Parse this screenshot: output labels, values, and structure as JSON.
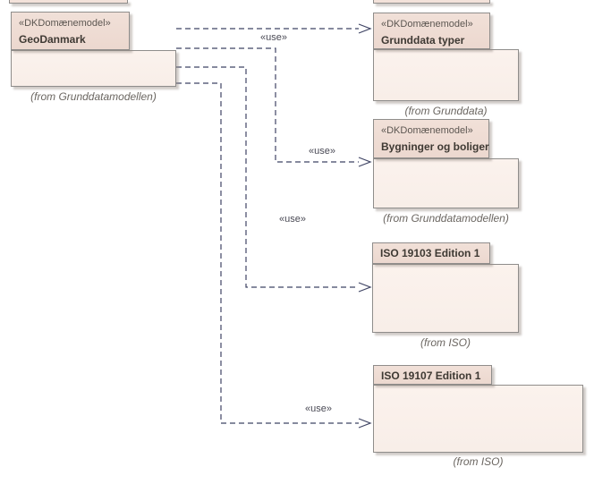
{
  "diagram": {
    "packages": [
      {
        "stereotype": "«DKDomænemodel»",
        "name": "GeoDanmark",
        "caption": "(from Grunddatamodellen)"
      },
      {
        "stereotype": "«DKDomænemodel»",
        "name": "Grunddata typer",
        "caption": "(from Grunddata)"
      },
      {
        "stereotype": "«DKDomænemodel»",
        "name": "Bygninger og boliger",
        "caption": "(from Grunddatamodellen)"
      },
      {
        "stereotype": "",
        "name": "ISO 19103 Edition 1",
        "caption": "(from ISO)"
      },
      {
        "stereotype": "",
        "name": "ISO 19107 Edition 1",
        "caption": "(from ISO)"
      }
    ],
    "connectors": [
      {
        "label": "«use»",
        "from": "GeoDanmark",
        "to": "Grunddata typer"
      },
      {
        "label": "«use»",
        "from": "GeoDanmark",
        "to": "Bygninger og boliger"
      },
      {
        "label": "«use»",
        "from": "GeoDanmark",
        "to": "ISO 19103 Edition 1"
      },
      {
        "label": "«use»",
        "from": "GeoDanmark",
        "to": "ISO 19107 Edition 1"
      }
    ],
    "colors": {
      "tab_fill": "#eedbd3",
      "body_fill": "#faf0ea",
      "border": "#8f8d8b",
      "connector": "#3f4464",
      "background": "#ffffff"
    }
  }
}
